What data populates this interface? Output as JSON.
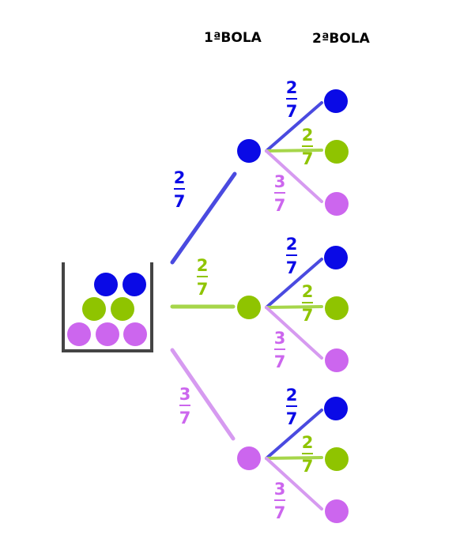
{
  "headers": {
    "first": "1ªBOLA",
    "second": "2ªBOLA"
  },
  "colors": {
    "blue": "#0a0ae6",
    "blue_line": "#4a4ae0",
    "green": "#8fc400",
    "green_line": "#a6d64a",
    "purple": "#cc66ee",
    "purple_line": "#d69af0",
    "frame": "#444444"
  },
  "branches": [
    {
      "color": "blue",
      "num": "2",
      "den": "7"
    },
    {
      "color": "green",
      "num": "2",
      "den": "7"
    },
    {
      "color": "purple",
      "num": "3",
      "den": "7"
    }
  ],
  "urn": {
    "blue": 2,
    "green": 2,
    "purple": 3
  }
}
